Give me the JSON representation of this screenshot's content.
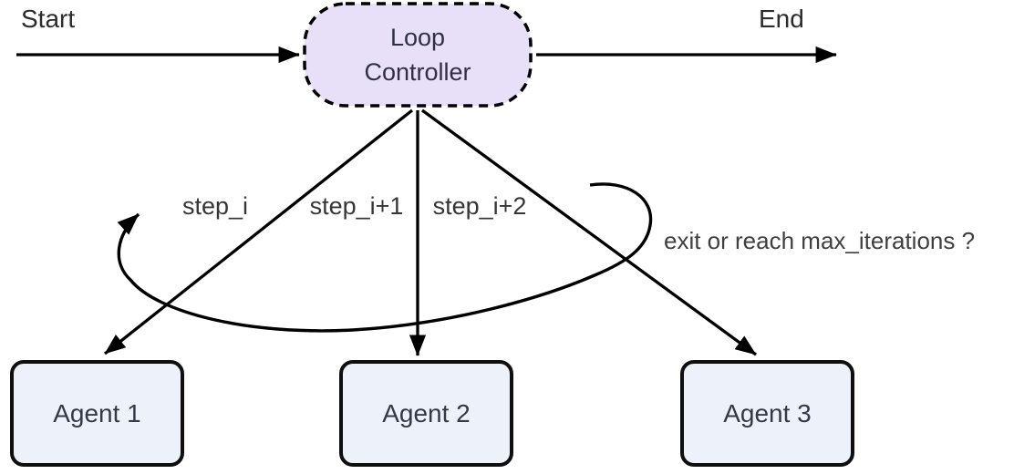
{
  "diagram": {
    "terminals": {
      "start_label": "Start",
      "end_label": "End"
    },
    "loop_controller": {
      "line1": "Loop",
      "line2": "Controller"
    },
    "agents": [
      {
        "label": "Agent 1"
      },
      {
        "label": "Agent 2"
      },
      {
        "label": "Agent 3"
      }
    ],
    "edge_labels": {
      "step_1": "step_i",
      "step_2": "step_i+1",
      "step_3": "step_i+2",
      "loop_condition": "exit or reach max_iterations ?"
    },
    "colors": {
      "loop_node_fill": "#e7e0f8",
      "agent_fill": "#edf1fa",
      "line": "#000000"
    }
  }
}
